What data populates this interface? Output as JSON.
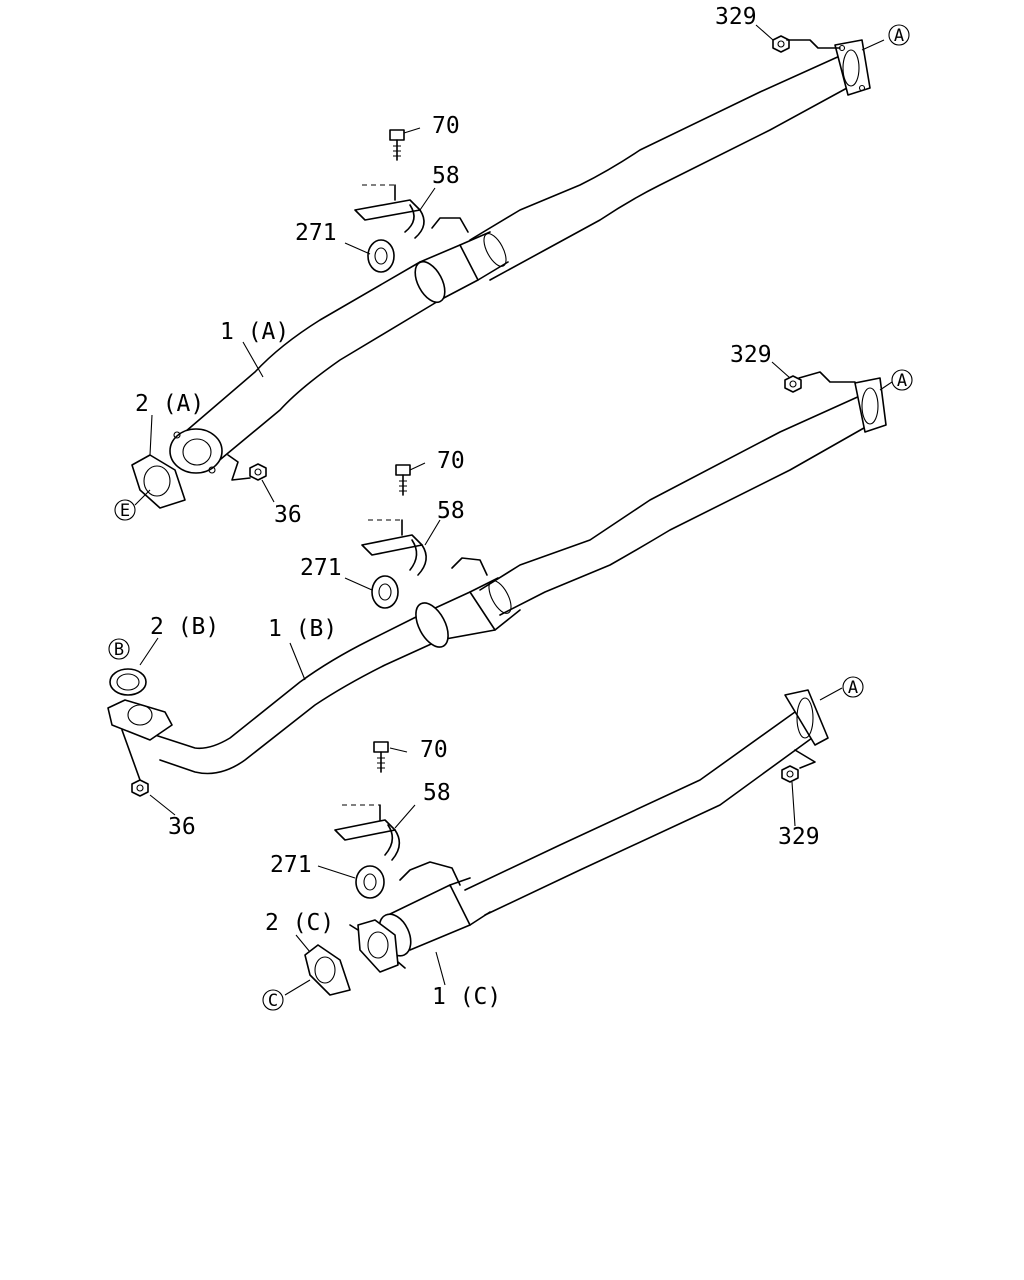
{
  "assemblies": [
    {
      "id": "A",
      "labels": {
        "pipe": "1 (A)",
        "gasket": "2 (A)",
        "bolt": "70",
        "bracket": "58",
        "rubber_mount": "271",
        "nut_rear": "329",
        "nut_front": "36"
      },
      "callouts": {
        "rear": "A",
        "front": "E"
      }
    },
    {
      "id": "B",
      "labels": {
        "pipe": "1 (B)",
        "gasket": "2 (B)",
        "bolt": "70",
        "bracket": "58",
        "rubber_mount": "271",
        "nut_rear": "329",
        "nut_front": "36"
      },
      "callouts": {
        "rear": "A",
        "front": "B"
      }
    },
    {
      "id": "C",
      "labels": {
        "pipe": "1 (C)",
        "gasket": "2 (C)",
        "bolt": "70",
        "bracket": "58",
        "rubber_mount": "271",
        "nut_rear": "329"
      },
      "callouts": {
        "rear": "A",
        "front": "C"
      }
    }
  ]
}
